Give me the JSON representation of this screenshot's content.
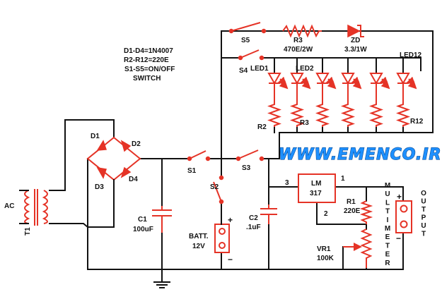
{
  "notes": [
    "D1-D4=1N4007",
    "R2-R12=220E",
    "S1-S5=ON/OFF",
    "SWITCH"
  ],
  "watermark": "WWW.EMENCO.IR",
  "labels": {
    "ac": "AC",
    "t1": "T1",
    "d1": "D1",
    "d2": "D2",
    "d3": "D3",
    "d4": "D4",
    "c1": "C1",
    "c1_value": "100uF",
    "s1": "S1",
    "s2": "S2",
    "s3": "S3",
    "s4": "S4",
    "s5": "S5",
    "batt": "BATT.",
    "batt_volt": "12V",
    "c2": "C2",
    "c2_value": ".1uF",
    "reg_line1": "LM",
    "reg_line2": "317",
    "pin1": "1",
    "pin2": "2",
    "pin3": "3",
    "r1": "R1",
    "r1_value": "220E",
    "vr1": "VR1",
    "vr1_value": "100K",
    "r3_top": "R3",
    "r3_top_value": "470E/2W",
    "zd": "ZD",
    "zd_value": "3.3/1W",
    "led1": "LED1",
    "led2": "LED2",
    "led12": "LED12",
    "r2": "R2",
    "r3": "R3",
    "r12": "R12",
    "plus": "+",
    "minus": "−",
    "out_plus": "+",
    "out_minus": "−",
    "multimeter": "MULTIMETER",
    "output": "OUTPUT"
  },
  "colors": {
    "wire": "#111111",
    "component": "#e53326",
    "watermark": "#1e90ff"
  }
}
